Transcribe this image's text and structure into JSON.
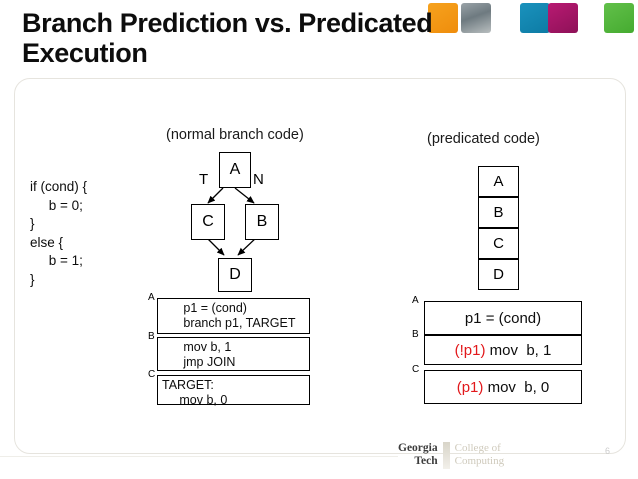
{
  "slide": {
    "title": "Branch Prediction vs. Predicated\nExecution",
    "page_number": "6"
  },
  "decor": {
    "squares": [
      {
        "name": "orange-square",
        "color": "#f6a21e"
      },
      {
        "name": "cityscape-square",
        "color": "#8b9499"
      },
      {
        "name": "teal-square",
        "color": "#1a92bd"
      },
      {
        "name": "magenta-square",
        "color": "#b81a72"
      },
      {
        "name": "green-square",
        "color": "#62c04a"
      }
    ]
  },
  "source_code": {
    "text": "if (cond) {\n     b = 0;\n}\nelse {\n     b = 1;\n}"
  },
  "normal_branch": {
    "caption": "(normal branch code)",
    "cfg": {
      "nodes": [
        {
          "id": "A",
          "label": "A"
        },
        {
          "id": "C",
          "label": "C"
        },
        {
          "id": "B",
          "label": "B"
        },
        {
          "id": "D",
          "label": "D"
        }
      ],
      "edge_labels": {
        "taken": "T",
        "not_taken": "N"
      },
      "edges": [
        {
          "from": "A",
          "to": "C",
          "label": "T"
        },
        {
          "from": "A",
          "to": "B",
          "label": "N"
        },
        {
          "from": "C",
          "to": "D",
          "label": ""
        },
        {
          "from": "B",
          "to": "D",
          "label": ""
        }
      ]
    },
    "assembly": [
      {
        "tag": "A",
        "lines": "     p1 = (cond)\n     branch p1, TARGET"
      },
      {
        "tag": "B",
        "lines": "     mov b, 1\n     jmp JOIN"
      },
      {
        "tag": "C",
        "lines": "TARGET:\n     mov b, 0"
      }
    ]
  },
  "predicated": {
    "caption": "(predicated code)",
    "blocks": [
      {
        "label": "A"
      },
      {
        "label": "B"
      },
      {
        "label": "C"
      },
      {
        "label": "D"
      }
    ],
    "assembly": [
      {
        "tag": "A",
        "predicate": "",
        "instruction": "p1 = (cond)"
      },
      {
        "tag": "B",
        "predicate": "(!p1)",
        "instruction": " mov  b, 1"
      },
      {
        "tag": "C",
        "predicate": "(p1)",
        "instruction": " mov  b, 0"
      }
    ],
    "predicate_color": "#e2181b"
  },
  "footer": {
    "org_line1": "Georgia",
    "org_line2": "Tech",
    "unit_line1": "College of",
    "unit_line2": "Computing"
  }
}
